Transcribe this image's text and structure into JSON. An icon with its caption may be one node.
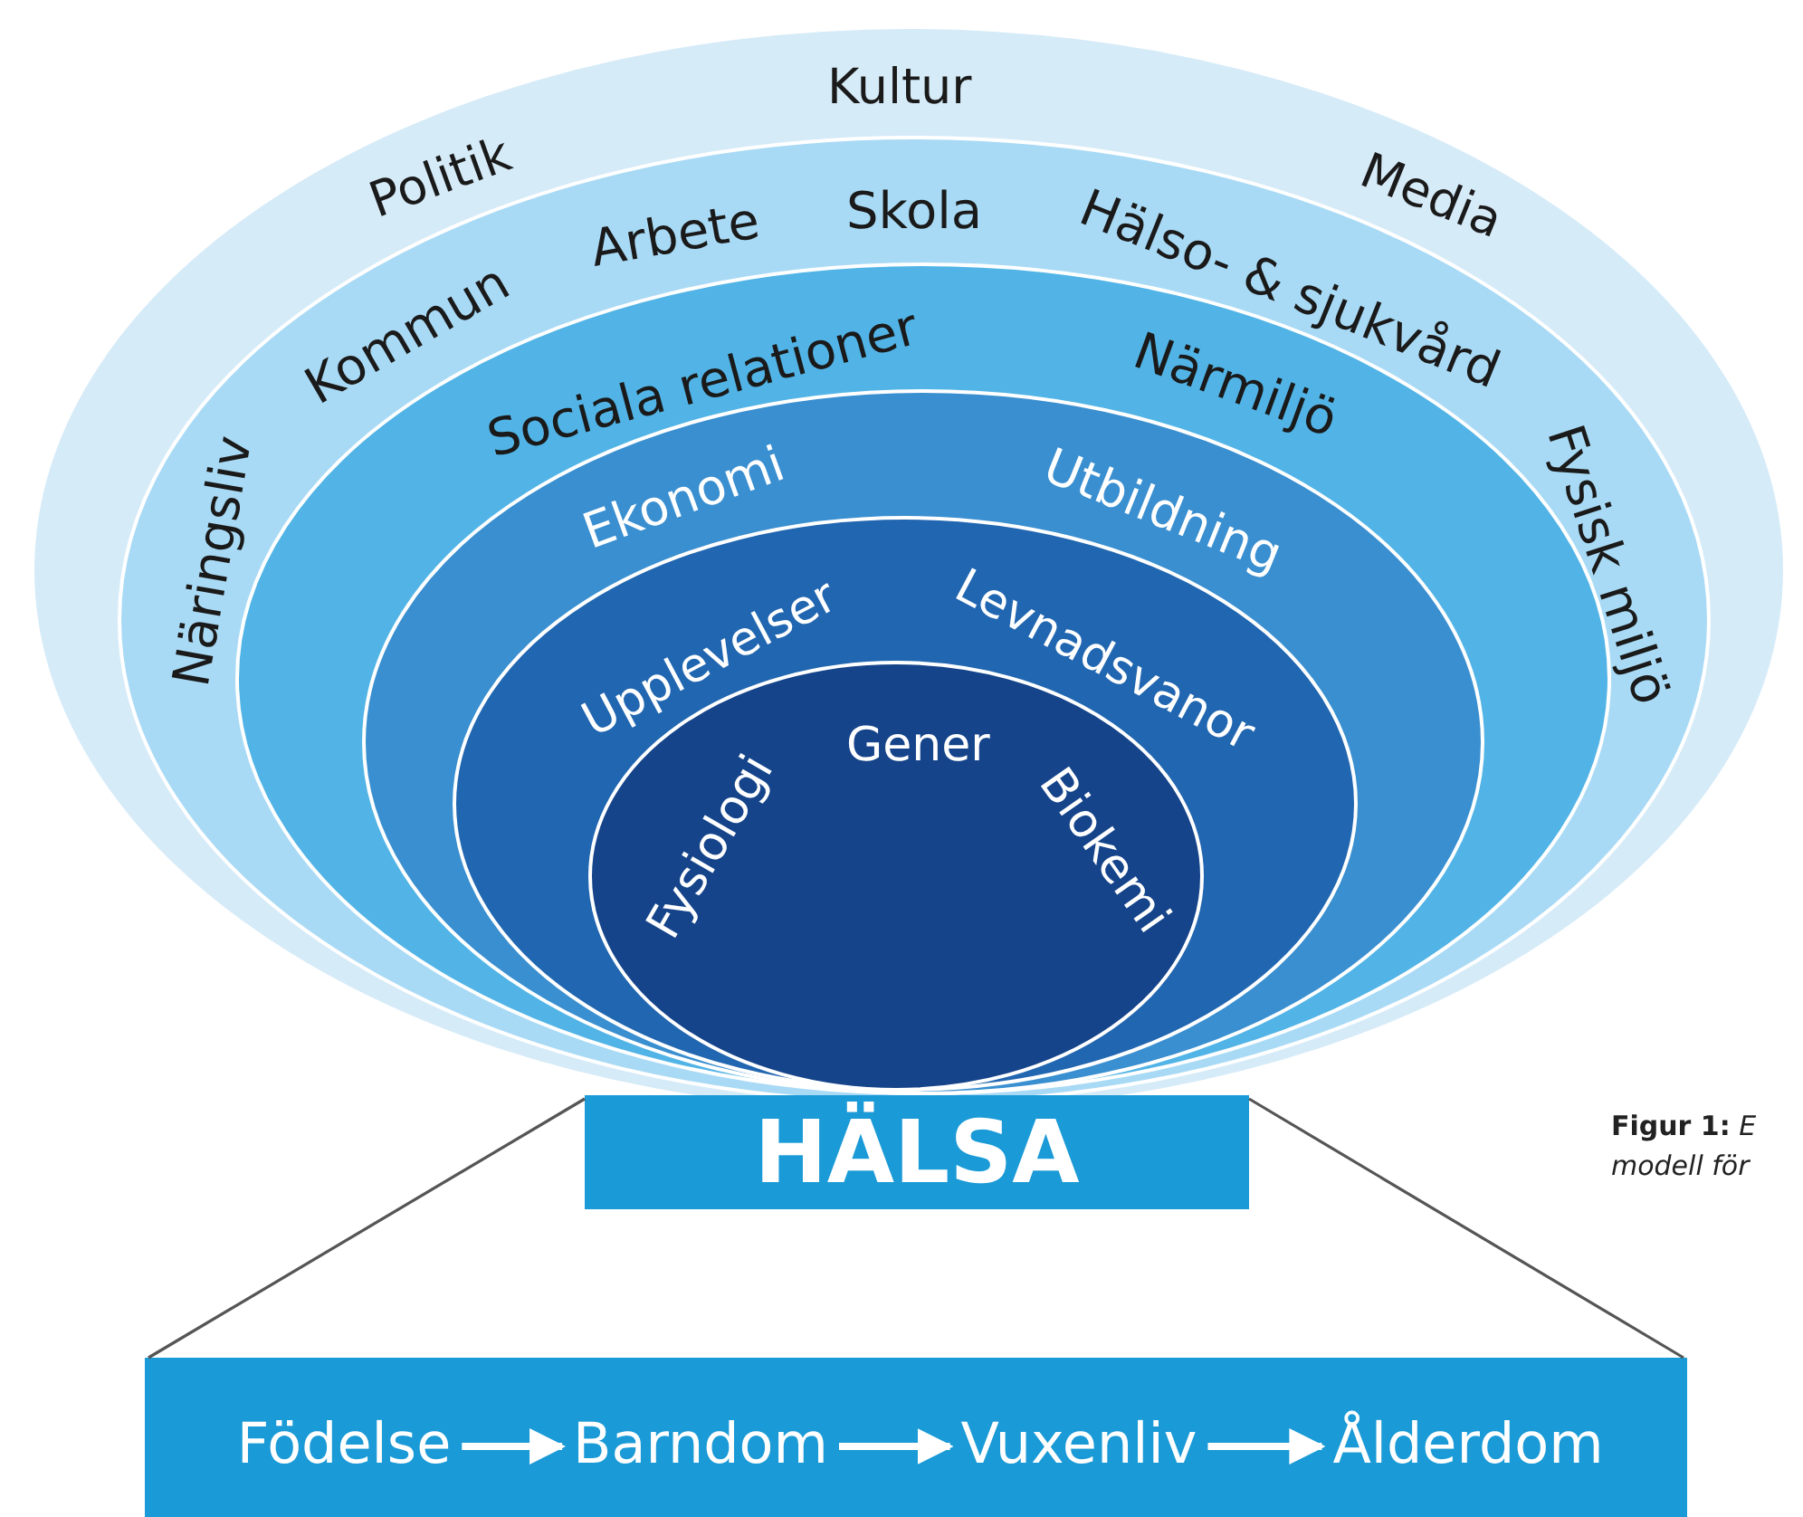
{
  "diagram": {
    "caption": "**Figur 1:** *E* *modell för*",
    "nodes": [
      {
        "text": [
          "Kultur",
          "Politik",
          "Media"
        ]
      },
      {
        "text": [
          "Näringsliv",
          "Kommun",
          "Arbete",
          "Skola",
          "Hälso- & sjukvård",
          "Fysisk miljö"
        ],
        "in": 0
      },
      {
        "text": [
          "Sociala relationer",
          "Närmiljö"
        ],
        "in": 1
      },
      {
        "text": [
          "Ekonomi",
          "Utbildning"
        ],
        "in": 2
      },
      {
        "text": [
          "Upplevelser",
          "Levnadsvanor"
        ],
        "in": 3
      },
      {
        "text": [
          "Fysiologi",
          "Gener",
          "Biokemi"
        ],
        "in": 4
      },
      {
        "text": [
          "HÄLSA"
        ]
      },
      {
        "text": [],
        "shape": "bar"
      },
      {
        "text": [
          "Födelse"
        ],
        "in": 7
      },
      {
        "text": [
          "Barndom"
        ],
        "in": 7
      },
      {
        "text": [
          "Vuxenliv"
        ],
        "in": 7
      },
      {
        "text": [
          "Ålderdom"
        ],
        "in": 7
      }
    ],
    "edges": [
      {
        "from": 6,
        "to": 7,
        "arrow": "none",
        "color": "#555555"
      },
      {
        "from": 6,
        "to": 7,
        "arrow": "none",
        "color": "#555555"
      },
      {
        "from": 8,
        "to": 9,
        "arrow": "to"
      },
      {
        "from": 9,
        "to": 10,
        "arrow": "to"
      },
      {
        "from": 10,
        "to": 11,
        "arrow": "to"
      }
    ]
  }
}
